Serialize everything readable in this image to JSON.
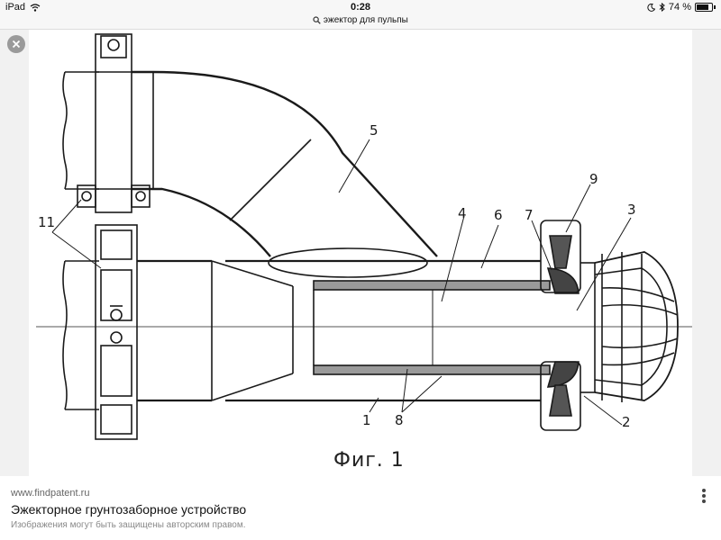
{
  "status_bar": {
    "device": "iPad",
    "time": "0:28",
    "battery_label": "74 %",
    "battery_level": 0.74
  },
  "address_bar": {
    "query": "эжектор для пульпы"
  },
  "drawing": {
    "labels": [
      "1",
      "2",
      "3",
      "4",
      "5",
      "6",
      "7",
      "8",
      "9",
      "11"
    ],
    "caption": "Фиг. 1"
  },
  "result": {
    "source": "www.findpatent.ru",
    "title": "Эжекторное грунтозаборное устройство",
    "notice": "Изображения могут быть защищены авторским правом."
  },
  "icons": {
    "wifi": "wifi-icon",
    "bluetooth": "bluetooth-icon",
    "moon": "moon-icon",
    "battery": "battery-icon",
    "search": "search-icon",
    "close": "close-icon",
    "more": "more-vertical-icon"
  }
}
